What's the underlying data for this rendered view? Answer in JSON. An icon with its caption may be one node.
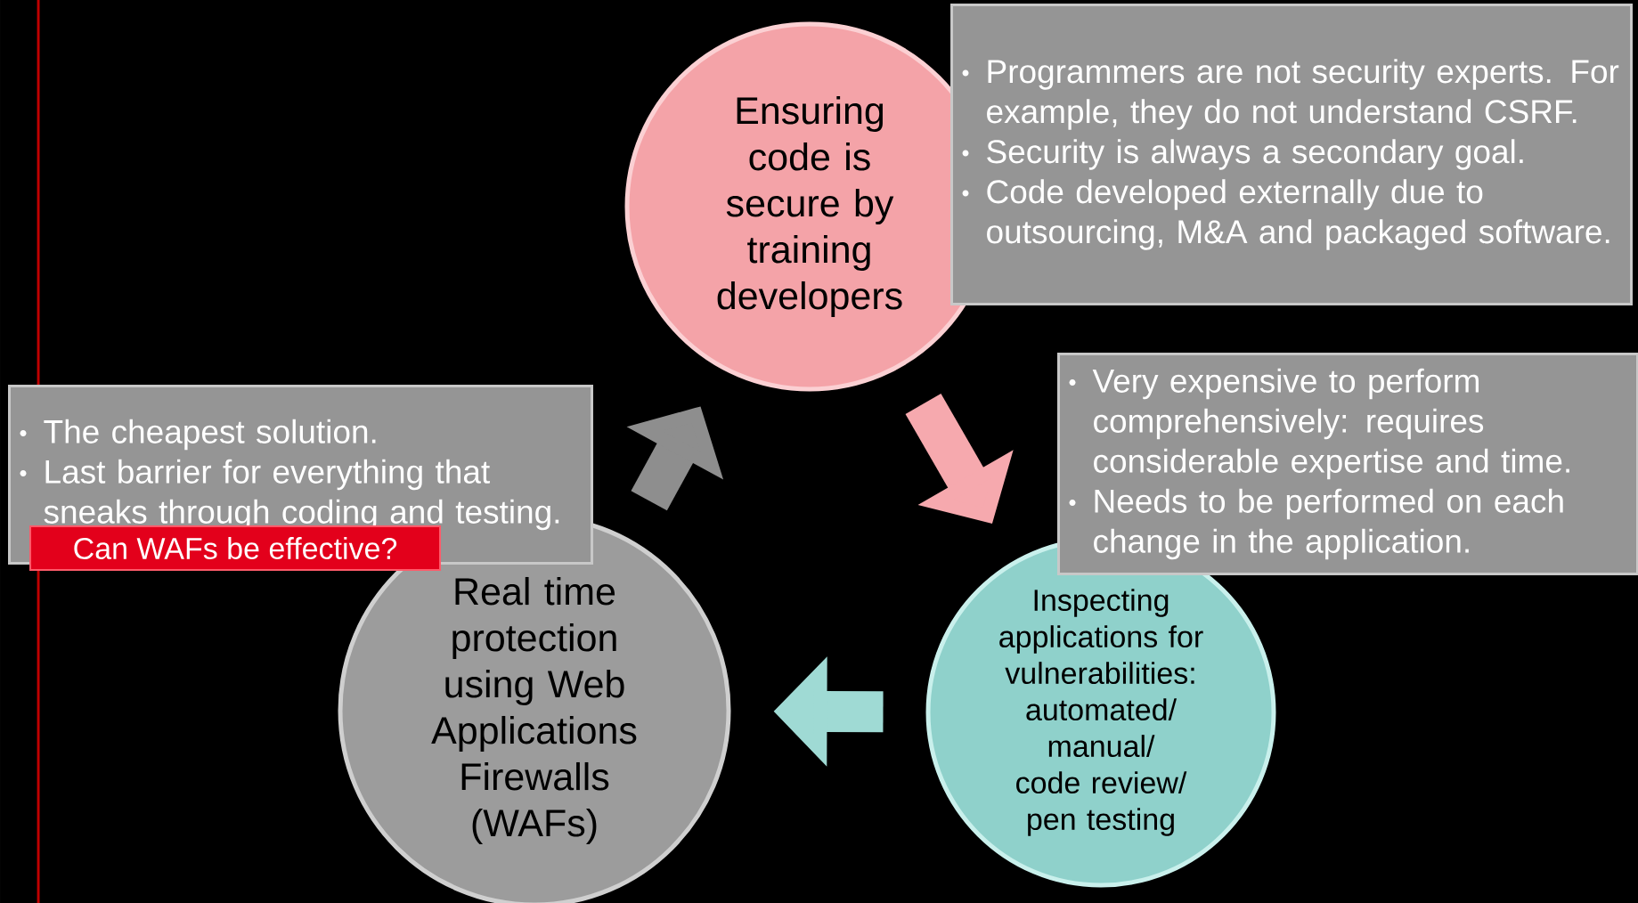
{
  "diagram": {
    "nodes": [
      {
        "text": [
          "Ensuring code is secure by training developers"
        ]
      },
      {
        "text": [
          "Programmers are not security experts. For example, they do not understand CSRF.",
          "Security is always a secondary goal.",
          "Code developed externally due to outsourcing, M&A and packaged software."
        ]
      },
      {
        "text": [
          "The cheapest solution.",
          "Last barrier for everything that sneaks through coding and testing."
        ]
      },
      {
        "text": [
          "Can WAFs be effective?"
        ]
      },
      {
        "text": [
          "Very expensive to perform comprehensively: requires considerable expertise and time.",
          "Needs to be performed on each change in the application."
        ]
      },
      {
        "text": [
          "Real time protection using Web Applications Firewalls (WAFs)"
        ]
      },
      {
        "text": [
          "Inspecting applications for vulnerabilities: automated/ manual/ code review/ pen testing"
        ]
      }
    ],
    "edges": [
      {
        "from": 0,
        "to": 6,
        "arrow": "to",
        "color": "#f6a9ae"
      },
      {
        "from": 6,
        "to": 5,
        "arrow": "to",
        "color": "#9fdad4"
      },
      {
        "from": 5,
        "to": 0,
        "arrow": "to",
        "color": "#8e8e8e"
      }
    ]
  }
}
